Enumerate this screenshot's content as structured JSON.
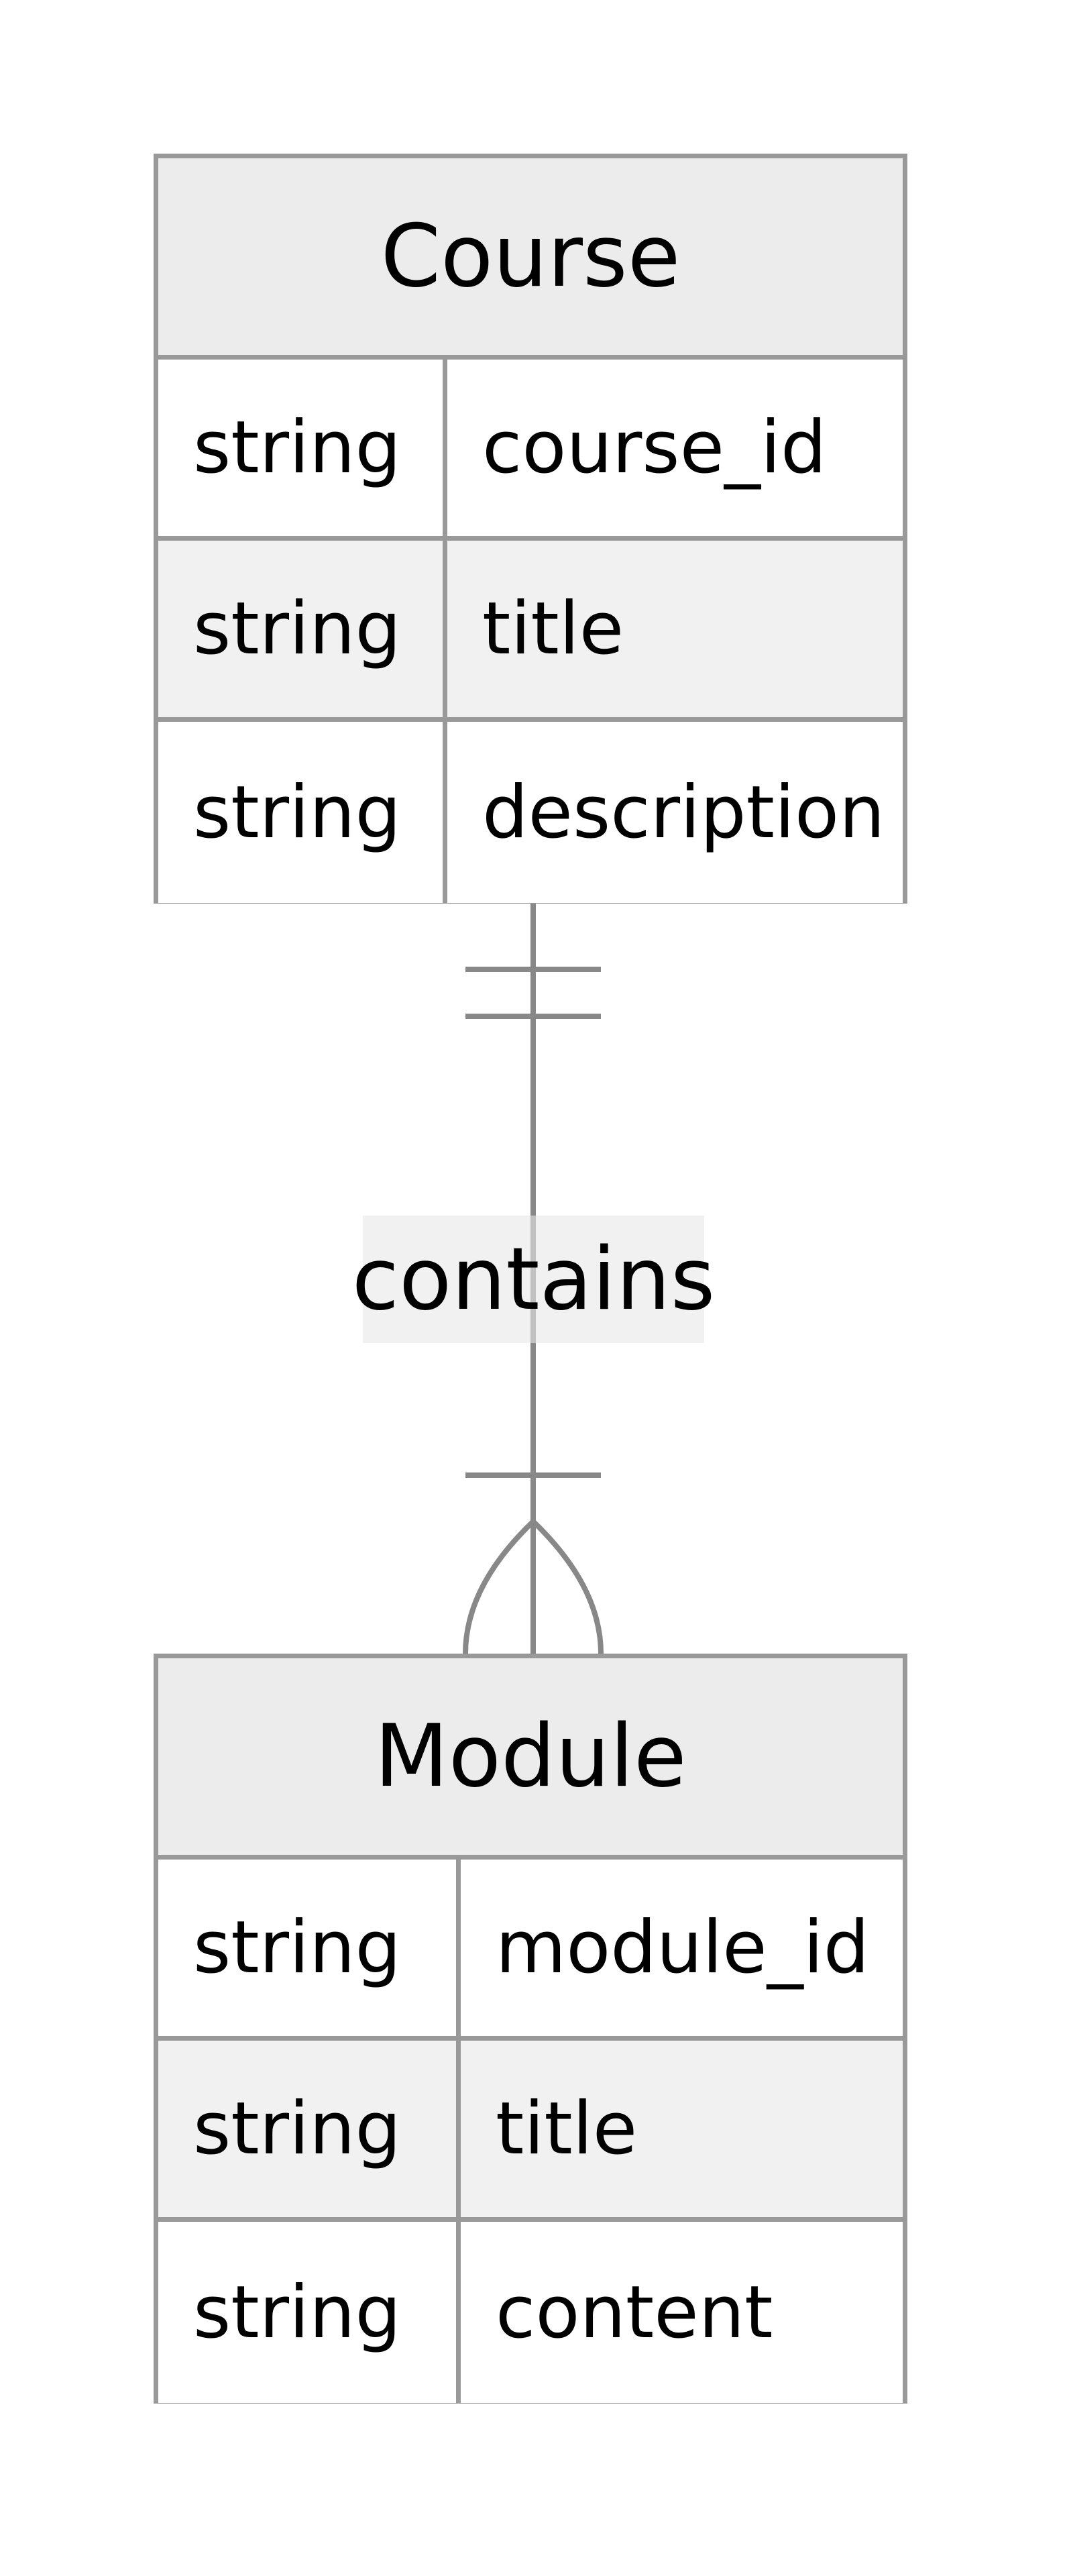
{
  "entities": [
    {
      "name": "Course",
      "attributes": [
        {
          "type": "string",
          "name": "course_id"
        },
        {
          "type": "string",
          "name": "title"
        },
        {
          "type": "string",
          "name": "description"
        }
      ]
    },
    {
      "name": "Module",
      "attributes": [
        {
          "type": "string",
          "name": "module_id"
        },
        {
          "type": "string",
          "name": "title"
        },
        {
          "type": "string",
          "name": "content"
        }
      ]
    }
  ],
  "relationship": {
    "label": "contains",
    "from": "Course",
    "to": "Module",
    "from_cardinality": "exactly-one",
    "to_cardinality": "one-or-many"
  },
  "colors": {
    "border": "#999999",
    "connector": "#888888",
    "header_bg": "#ececec",
    "alt_row_bg": "#f1f1f1"
  }
}
